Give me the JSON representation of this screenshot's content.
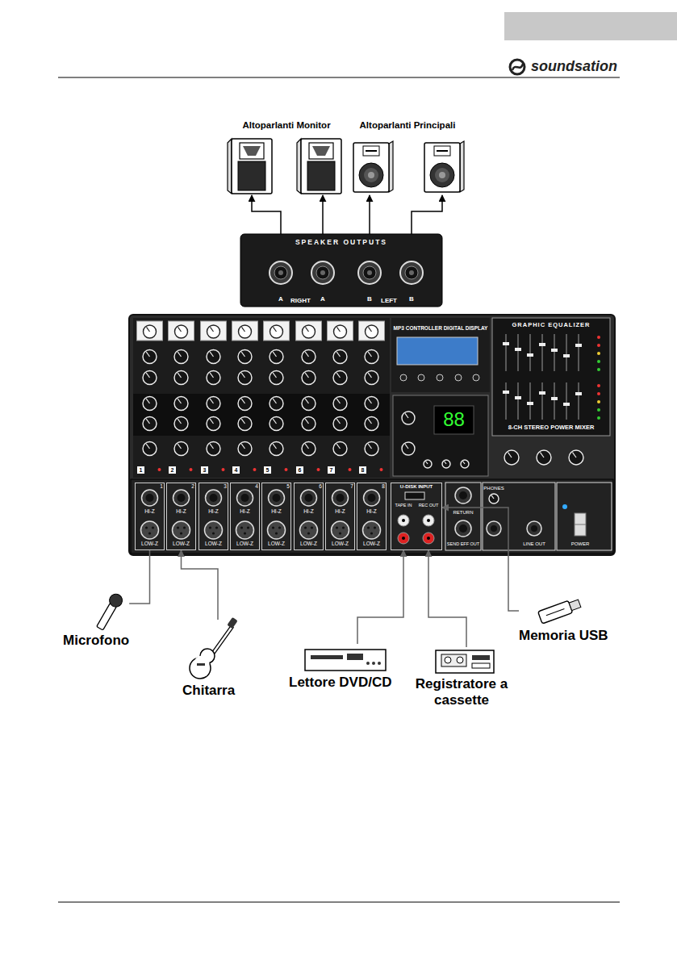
{
  "diagram": {
    "nodes": [
      {
        "text": [
          "Altoparlanti Monitor"
        ]
      },
      {
        "text": [
          "Altoparlanti Principali"
        ]
      },
      {
        "text": [
          "SPEAKER OUTPUTS"
        ]
      },
      {
        "text": [
          "A"
        ],
        "in": 2
      },
      {
        "text": [
          "A"
        ],
        "in": 2
      },
      {
        "text": [
          "B"
        ],
        "in": 2
      },
      {
        "text": [
          "B"
        ],
        "in": 2
      },
      {
        "text": [
          "MP3 CONTROLLER DIGITAL DISPLAY",
          "GRAPHIC EQUALIZER",
          "8-CH STEREO POWER MIXER"
        ]
      },
      {
        "text": [
          "1",
          "HI-Z",
          "LOW-Z"
        ],
        "in": 7
      },
      {
        "text": [
          "2",
          "HI-Z",
          "LOW-Z"
        ],
        "in": 7
      },
      {
        "text": [
          "3",
          "HI-Z",
          "LOW-Z"
        ],
        "in": 7
      },
      {
        "text": [
          "4",
          "HI-Z",
          "LOW-Z"
        ],
        "in": 7
      },
      {
        "text": [
          "5",
          "HI-Z",
          "LOW-Z"
        ],
        "in": 7
      },
      {
        "text": [
          "6",
          "HI-Z",
          "LOW-Z"
        ],
        "in": 7
      },
      {
        "text": [
          "7",
          "HI-Z",
          "LOW-Z"
        ],
        "in": 7
      },
      {
        "text": [
          "8",
          "HI-Z",
          "LOW-Z"
        ],
        "in": 7
      },
      {
        "text": [
          "U-DISK INPUT",
          "TAPE IN",
          "REC OUT"
        ],
        "in": 7
      },
      {
        "text": [
          "Microfono"
        ]
      },
      {
        "text": [
          "Chitarra"
        ]
      },
      {
        "text": [
          "Lettore DVD/CD"
        ]
      },
      {
        "text": [
          "Registratore a cassette"
        ]
      },
      {
        "text": [
          "Memoria USB"
        ]
      }
    ],
    "edges": [
      {
        "from": 3,
        "to": 0,
        "arrow": "to"
      },
      {
        "from": 4,
        "to": 0,
        "arrow": "to"
      },
      {
        "from": 5,
        "to": 1,
        "arrow": "to"
      },
      {
        "from": 6,
        "to": 1,
        "arrow": "to"
      },
      {
        "from": 17,
        "to": 8,
        "arrow": "none"
      },
      {
        "from": 18,
        "to": 9,
        "arrow": "to"
      },
      {
        "from": 19,
        "to": 16,
        "arrow": "to"
      },
      {
        "from": 20,
        "to": 16,
        "arrow": "to"
      },
      {
        "from": 21,
        "to": 16,
        "arrow": "to"
      }
    ],
    "labels": [
      "soundsation",
      "RIGHT",
      "LEFT",
      "1",
      "2",
      "3",
      "4",
      "5",
      "6",
      "7",
      "8",
      "88",
      "RETURN",
      "SEND EFF OUT",
      "PHONES",
      "LINE OUT",
      "POWER"
    ]
  }
}
